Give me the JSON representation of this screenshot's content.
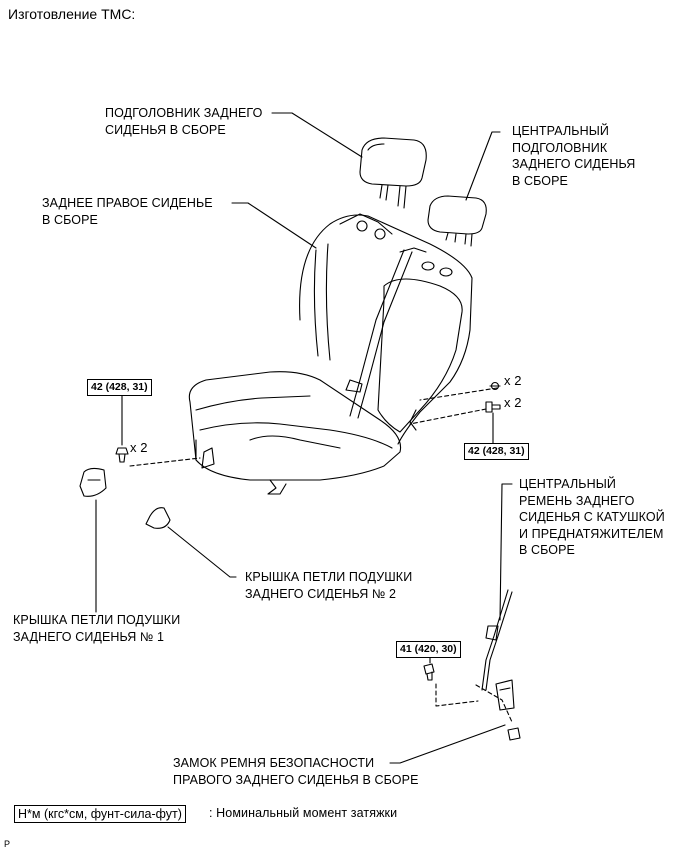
{
  "header": {
    "title": "Изготовление ТМС:"
  },
  "labels": {
    "headrest": [
      "ПОДГОЛОВНИК ЗАДНЕГО",
      "СИДЕНЬЯ В СБОРЕ"
    ],
    "center_headrest": [
      "ЦЕНТРАЛЬНЫЙ",
      "ПОДГОЛОВНИК",
      "ЗАДНЕГО СИДЕНЬЯ",
      "В СБОРЕ"
    ],
    "seat": [
      "ЗАДНЕЕ ПРАВОЕ СИДЕНЬЕ",
      "В СБОРЕ"
    ],
    "center_belt": [
      "ЦЕНТРАЛЬНЫЙ",
      "РЕМЕНЬ ЗАДНЕГО",
      "СИДЕНЬЯ С КАТУШКОЙ",
      "И ПРЕДНАТЯЖИТЕЛЕМ",
      "В СБОРЕ"
    ],
    "cover2": [
      "КРЫШКА ПЕТЛИ ПОДУШКИ",
      "ЗАДНЕГО СИДЕНЬЯ № 2"
    ],
    "cover1": [
      "КРЫШКА ПЕТЛИ ПОДУШКИ",
      "ЗАДНЕГО СИДЕНЬЯ № 1"
    ],
    "buckle": [
      "ЗАМОК РЕМНЯ БЕЗОПАСНОСТИ",
      "ПРАВОГО ЗАДНЕГО СИДЕНЬЯ В СБОРЕ"
    ]
  },
  "torque": {
    "left_bolt": "42 (428, 31)",
    "right_bolt": "42 (428, 31)",
    "buckle_bolt": "41 (420, 30)"
  },
  "multipliers": {
    "left": "x 2",
    "right_top": "x 2",
    "right_bottom": "x 2"
  },
  "legend": {
    "unit": "Н*м (кгс*см, фунт-сила-фут)",
    "description": ": Номинальный момент затяжки"
  },
  "footer": {
    "code": "P"
  }
}
